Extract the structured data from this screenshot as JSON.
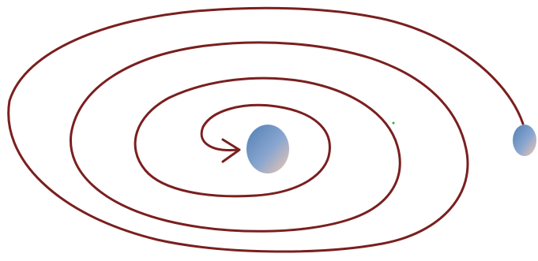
{
  "diagram": {
    "description_visible_text": "",
    "colors": {
      "background": "#ffffff",
      "spiral_stroke": "#7a1f1f",
      "sphere_gradient_start": "#4f7fb6",
      "sphere_gradient_end": "#f0c7b0"
    },
    "elements": {
      "spiral_path": "spiral",
      "arrowhead": "arrow",
      "outer_sphere": "sphere",
      "inner_sphere": "sphere"
    }
  }
}
